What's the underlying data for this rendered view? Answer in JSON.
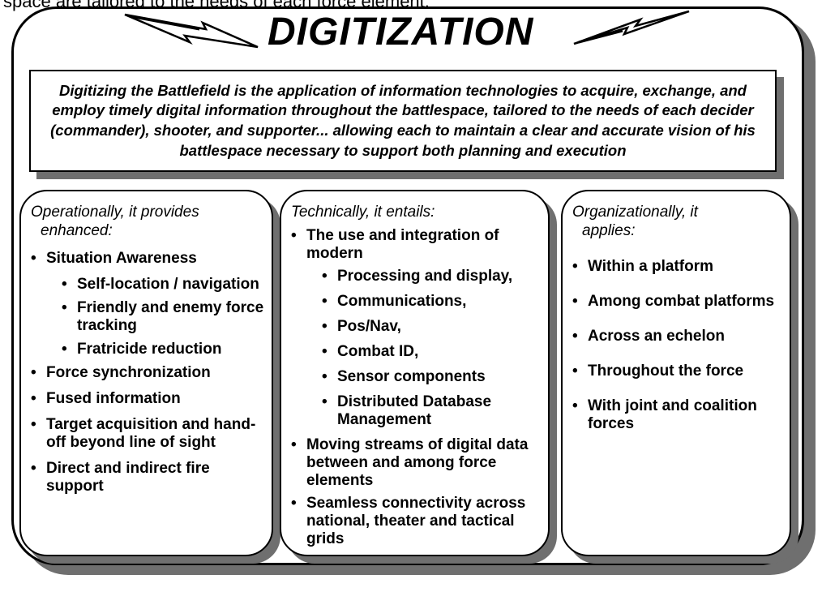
{
  "top_text": "space are tailored to the needs of each force element.",
  "title": "DIGITIZATION",
  "definition": "Digitizing the Battlefield is the application of information technologies to acquire, exchange, and employ timely digital information throughout the battlespace, tailored to the needs of each decider (commander), shooter, and supporter... allowing each to maintain a clear and accurate vision of his battlespace necessary to support both planning and execution",
  "columns": [
    {
      "heading_line1": "Operationally, it provides",
      "heading_line2": "enhanced:",
      "items": [
        {
          "text": "Situation Awareness",
          "level": 1
        },
        {
          "text": "Self-location / navigation",
          "level": 2
        },
        {
          "text": "Friendly and enemy force tracking",
          "level": 2
        },
        {
          "text": "Fratricide reduction",
          "level": 2
        },
        {
          "text": "Force synchronization",
          "level": 1
        },
        {
          "text": "Fused information",
          "level": 1
        },
        {
          "text": "Target acquisition and hand-off beyond line of sight",
          "level": 1
        },
        {
          "text": "Direct and indirect fire support",
          "level": 1
        }
      ]
    },
    {
      "heading_line1": "Technically, it entails:",
      "heading_line2": "",
      "items": [
        {
          "text": "The use and integration of modern",
          "level": 1
        },
        {
          "text": "Processing and display,",
          "level": 2
        },
        {
          "text": "Communications,",
          "level": 2
        },
        {
          "text": "Pos/Nav,",
          "level": 2
        },
        {
          "text": "Combat ID,",
          "level": 2
        },
        {
          "text": "Sensor components",
          "level": 2
        },
        {
          "text": "Distributed Database Management",
          "level": 2
        },
        {
          "text": "Moving streams of digital data between and among force elements",
          "level": 1
        },
        {
          "text": "Seamless connectivity across national, theater and tactical grids",
          "level": 1
        }
      ]
    },
    {
      "heading_line1": "Organizationally, it",
      "heading_line2": "applies:",
      "items": [
        {
          "text": "Within a platform",
          "level": 1
        },
        {
          "text": "Among combat platforms",
          "level": 1
        },
        {
          "text": "Across an echelon",
          "level": 1
        },
        {
          "text": "Throughout the force",
          "level": 1
        },
        {
          "text": "With joint and coalition forces",
          "level": 1
        }
      ]
    }
  ]
}
